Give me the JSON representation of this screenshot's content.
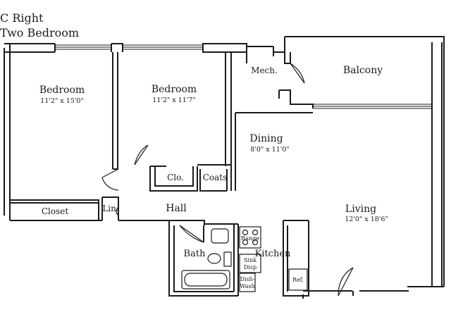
{
  "header": {
    "title": "C Right",
    "subtitle": "Two Bedroom"
  },
  "rooms": {
    "bedroom1": {
      "name": "Bedroom",
      "dims": "11'2\" x 15'0\""
    },
    "bedroom2": {
      "name": "Bedroom",
      "dims": "11'2\" x 11'7\""
    },
    "mech": {
      "name": "Mech."
    },
    "balcony": {
      "name": "Balcony"
    },
    "dining": {
      "name": "Dining",
      "dims": "8'0\" x 11'0\""
    },
    "living": {
      "name": "Living",
      "dims": "12'0\" x 18'6\""
    },
    "closet": {
      "name": "Closet"
    },
    "clo": {
      "name": "Clo."
    },
    "coats": {
      "name": "Coats"
    },
    "lin": {
      "name": "Lin."
    },
    "hall": {
      "name": "Hall"
    },
    "bath": {
      "name": "Bath"
    },
    "kitchen": {
      "name": "Kitchen"
    }
  },
  "fixtures": {
    "range": "Range",
    "sink_line1": "Sink",
    "sink_line2": "Disp",
    "dish_line1": "Dish-",
    "dish_line2": "Wash",
    "ref": "Ref."
  }
}
